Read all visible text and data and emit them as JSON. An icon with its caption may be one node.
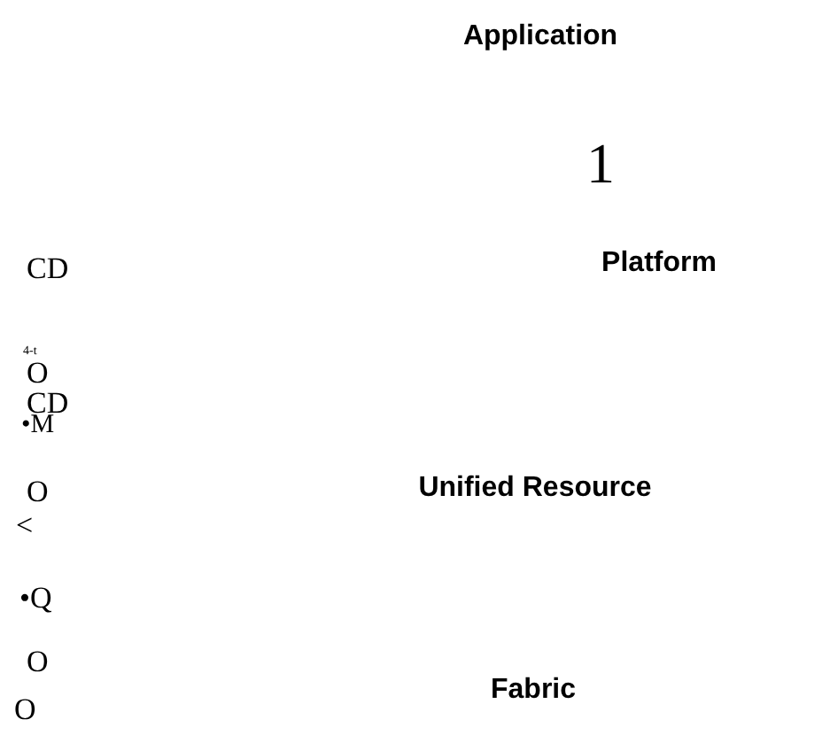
{
  "diagram": {
    "labels": [
      "Application",
      "1",
      "Platform",
      "CD",
      "4-t",
      "O",
      "CD",
      "•M",
      "Unified Resource",
      "O",
      "<",
      "•Q",
      "O",
      "Fabric",
      "O"
    ]
  }
}
